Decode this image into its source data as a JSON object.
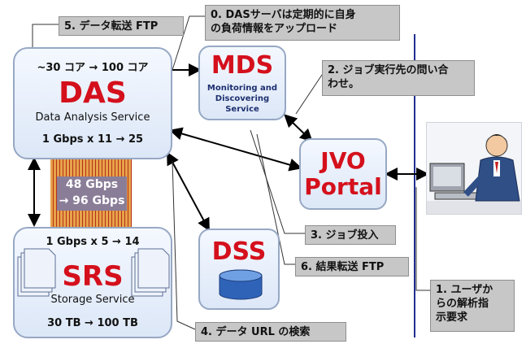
{
  "das": {
    "cores": "~30 コア → 100 コア",
    "title": "DAS",
    "subtitle": "Data Analysis Service",
    "bandwidth": "1 Gbps x 11 → 25"
  },
  "mds": {
    "title": "MDS",
    "subtitle_line1": "Monitoring and",
    "subtitle_line2": "Discovering",
    "subtitle_line3": "Service"
  },
  "jvo": {
    "line1": "JVO",
    "line2": "Portal"
  },
  "dss": {
    "title": "DSS"
  },
  "srs": {
    "bandwidth": "1 Gbps x 5 → 14",
    "title": "SRS",
    "subtitle": "Storage Service",
    "capacity": "30 TB → 100 TB"
  },
  "link": {
    "line1": "48 Gbps",
    "line2": "→ 96 Gbps"
  },
  "notes": {
    "n0_line1": "0. DASサーバは定期的に自身",
    "n0_line2": "の負荷情報をアップロード",
    "n1_line1": "1. ユーザか",
    "n1_line2": "らの解析指",
    "n1_line3": "示要求",
    "n2_line1": "2. ジョブ実行先の問い合",
    "n2_line2": "わせ。",
    "n3": "3. ジョブ投入",
    "n4": "4. データ URL の検索",
    "n5": "5. データ転送 FTP",
    "n6": "6. 結果転送 FTP"
  },
  "colors": {
    "title_red": "#d4101c",
    "subtitle_navy": "#1d2f6f",
    "link_band": "#e7a24a",
    "note_gray": "#c7c7c7",
    "divider_blue": "#1f2d8f"
  }
}
